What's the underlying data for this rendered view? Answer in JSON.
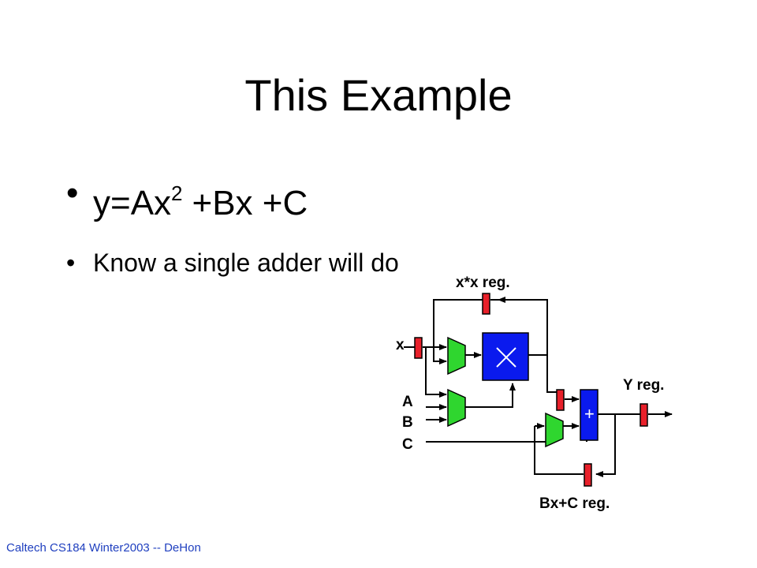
{
  "slide": {
    "title": "This Example",
    "bullets": [
      {
        "pre": "y=Ax",
        "sup": "2",
        "post": "+Bx +C"
      },
      {
        "text": "Know a single adder will do"
      }
    ],
    "footer": "Caltech CS184 Winter2003 -- DeHon"
  },
  "diagram": {
    "labels": {
      "xx_reg": "x*x reg.",
      "x": "x",
      "A": "A",
      "B": "B",
      "C": "C",
      "y_reg": "Y reg.",
      "bxc_reg": "Bx+C reg."
    },
    "blocks": {
      "multiplier": "×",
      "adder": "+"
    },
    "colors": {
      "register": "#e8202a",
      "mux": "#2fd62f",
      "functional_unit": "#0a1aee"
    }
  }
}
